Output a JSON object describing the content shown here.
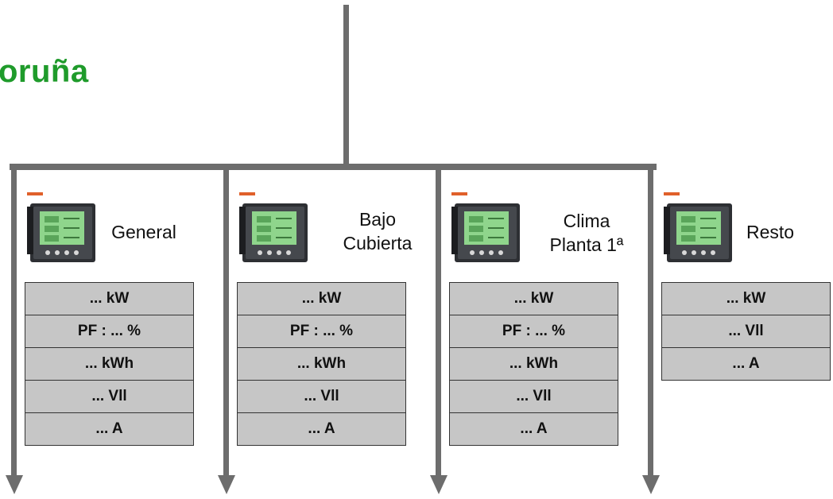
{
  "title": "oruña",
  "colors": {
    "title": "#1f9b2b",
    "bus": "#6d6d6d",
    "cell_bg": "#c6c6c6"
  },
  "meter_icon": "power-meter-icon",
  "feeders": [
    {
      "label_lines": [
        "General"
      ],
      "cells": [
        "... kW",
        "PF : ... %",
        "... kWh",
        "... Vll",
        "... A"
      ]
    },
    {
      "label_lines": [
        "Bajo",
        "Cubierta"
      ],
      "cells": [
        "... kW",
        "PF : ... %",
        "... kWh",
        "... Vll",
        "... A"
      ]
    },
    {
      "label_lines": [
        "Clima",
        "Planta 1ª"
      ],
      "cells": [
        "... kW",
        "PF : ... %",
        "... kWh",
        "... Vll",
        "... A"
      ]
    },
    {
      "label_lines": [
        "Resto"
      ],
      "cells": [
        "... kW",
        "... Vll",
        "... A"
      ]
    }
  ]
}
